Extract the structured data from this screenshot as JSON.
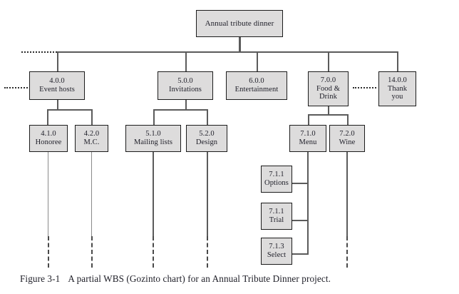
{
  "figure": {
    "label": "Figure 3-1",
    "caption": "A partial WBS (Gozinto chart) for an Annual Tribute Dinner project."
  },
  "chart_data": {
    "type": "diagram",
    "diagram_type": "work-breakdown-structure",
    "title": "A partial WBS (Gozinto chart) for an Annual Tribute Dinner project.",
    "style": {
      "box_fill": "#dddcdc",
      "box_border": "#1c1c1c",
      "connector": "#5b5b5b",
      "background": "#ffffff"
    },
    "levels": [
      {
        "level": 1,
        "node_ids": [
          "root"
        ]
      },
      {
        "level": 2,
        "node_ids": [
          "n400",
          "n500",
          "n600",
          "n700",
          "n1400"
        ]
      },
      {
        "level": 3,
        "node_ids": [
          "n410",
          "n420",
          "n510",
          "n520",
          "n710",
          "n720"
        ]
      },
      {
        "level": 4,
        "node_ids": [
          "n711",
          "n712",
          "n713"
        ]
      }
    ],
    "edges": [
      {
        "from": "root",
        "to": "n400"
      },
      {
        "from": "root",
        "to": "n500"
      },
      {
        "from": "root",
        "to": "n600"
      },
      {
        "from": "root",
        "to": "n700"
      },
      {
        "from": "root",
        "to": "n1400"
      },
      {
        "from": "n400",
        "to": "n410"
      },
      {
        "from": "n400",
        "to": "n420"
      },
      {
        "from": "n500",
        "to": "n510"
      },
      {
        "from": "n500",
        "to": "n520"
      },
      {
        "from": "n700",
        "to": "n710"
      },
      {
        "from": "n700",
        "to": "n720"
      },
      {
        "from": "n710",
        "to": "n711"
      },
      {
        "from": "n710",
        "to": "n712"
      },
      {
        "from": "n710",
        "to": "n713"
      }
    ],
    "continuation_marks": {
      "dotted_horizontal_left": "indicates omitted sibling tasks 1.0.0-3.0.0 before 4.0.0",
      "dotted_horizontal_right": "indicates omitted sibling tasks 8.0.0-13.0.0 between 7.0.0 and 14.0.0",
      "dashed_verticals": "indicate further omitted sub-levels below 4.1.0, 4.2.0, 5.1.0, 5.2.0 and 7.2.0"
    }
  },
  "nodes": {
    "root": {
      "code": "Annual tribute dinner",
      "name": ""
    },
    "n400": {
      "code": "4.0.0",
      "name": "Event hosts"
    },
    "n500": {
      "code": "5.0.0",
      "name": "Invitations"
    },
    "n600": {
      "code": "6.0.0",
      "name": "Entertainment"
    },
    "n700": {
      "code": "7.0.0",
      "name": "Food &\nDrink"
    },
    "n1400": {
      "code": "14.0.0",
      "name": "Thank\nyou"
    },
    "n410": {
      "code": "4.1.0",
      "name": "Honoree"
    },
    "n420": {
      "code": "4.2.0",
      "name": "M.C."
    },
    "n510": {
      "code": "5.1.0",
      "name": "Mailing lists"
    },
    "n520": {
      "code": "5.2.0",
      "name": "Design"
    },
    "n710": {
      "code": "7.1.0",
      "name": "Menu"
    },
    "n720": {
      "code": "7.2.0",
      "name": "Wine"
    },
    "n711": {
      "code": "7.1.1",
      "name": "Options"
    },
    "n712": {
      "code": "7.1.1",
      "name": "Trial"
    },
    "n713": {
      "code": "7.1.3",
      "name": "Select"
    }
  }
}
